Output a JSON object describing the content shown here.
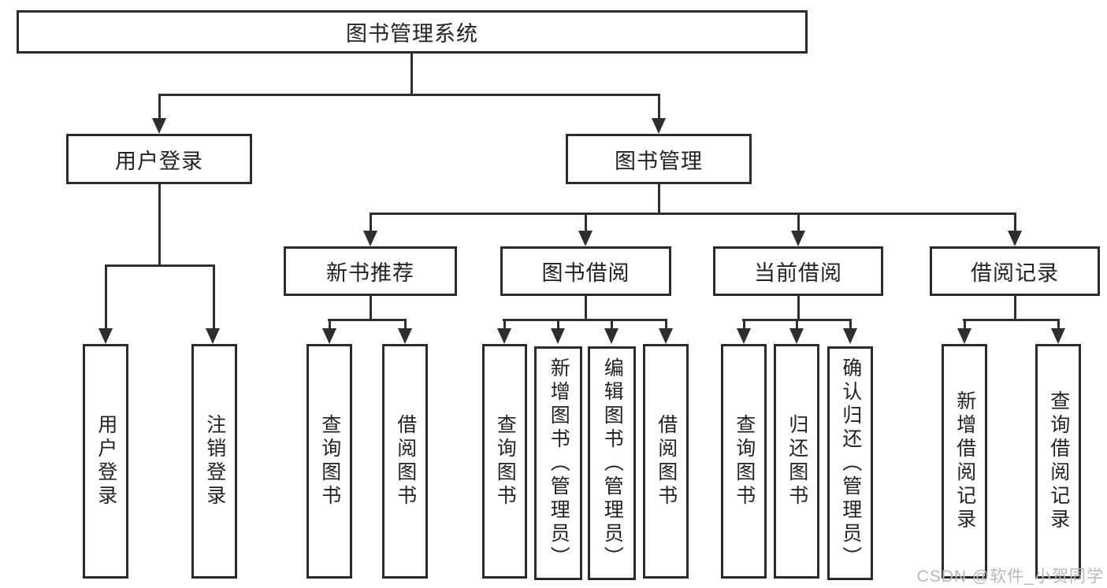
{
  "diagram": {
    "type": "tree",
    "nodes": {
      "root": "图书管理系统",
      "user_login": "用户登录",
      "book_mgmt": "图书管理",
      "new_books": "新书推荐",
      "book_borrow": "图书借阅",
      "current_borrow": "当前借阅",
      "borrow_records": "借阅记录",
      "login_children": [
        "用户登录",
        "注销登录"
      ],
      "new_books_children": [
        "查询图书",
        "借阅图书"
      ],
      "book_borrow_children": [
        "查询图书",
        "新增图书（管理员）",
        "编辑图书（管理员）",
        "借阅图书"
      ],
      "current_borrow_children": [
        "查询图书",
        "归还图书",
        "确认归还（管理员）"
      ],
      "borrow_records_children": [
        "新增借阅记录",
        "查询借阅记录"
      ]
    },
    "edges": [
      [
        "图书管理系统",
        "用户登录"
      ],
      [
        "图书管理系统",
        "图书管理"
      ],
      [
        "用户登录",
        "用户登录"
      ],
      [
        "用户登录",
        "注销登录"
      ],
      [
        "图书管理",
        "新书推荐"
      ],
      [
        "图书管理",
        "图书借阅"
      ],
      [
        "图书管理",
        "当前借阅"
      ],
      [
        "图书管理",
        "借阅记录"
      ],
      [
        "新书推荐",
        "查询图书"
      ],
      [
        "新书推荐",
        "借阅图书"
      ],
      [
        "图书借阅",
        "查询图书"
      ],
      [
        "图书借阅",
        "新增图书（管理员）"
      ],
      [
        "图书借阅",
        "编辑图书（管理员）"
      ],
      [
        "图书借阅",
        "借阅图书"
      ],
      [
        "当前借阅",
        "查询图书"
      ],
      [
        "当前借阅",
        "归还图书"
      ],
      [
        "当前借阅",
        "确认归还（管理员）"
      ],
      [
        "借阅记录",
        "新增借阅记录"
      ],
      [
        "借阅记录",
        "查询借阅记录"
      ]
    ],
    "colors": {
      "line": "#2e2e2e",
      "box_border": "#2b2b2b",
      "box_fill": "#ffffff",
      "text": "#222222",
      "watermark": "#b9b9b9",
      "background": "#ffffff"
    }
  },
  "watermark": {
    "text": "CSDN @软件_小贺同学"
  }
}
